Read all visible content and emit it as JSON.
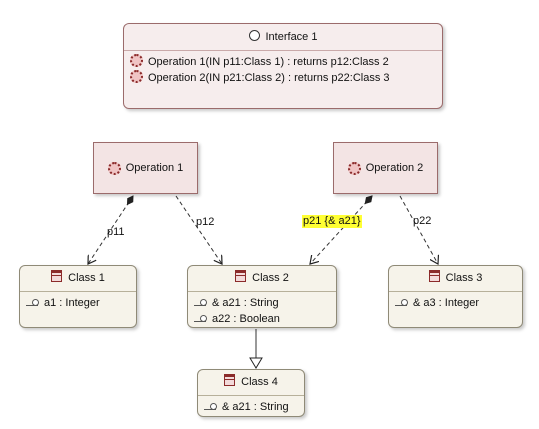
{
  "interface": {
    "icon": "interface-circle-icon",
    "title": "Interface 1",
    "operations": [
      {
        "icon": "operation-gear-icon",
        "text": "Operation 1(IN p11:Class 1) :  returns p12:Class 2"
      },
      {
        "icon": "operation-gear-icon",
        "text": "Operation 2(IN p21:Class 2) :  returns p22:Class 3"
      }
    ]
  },
  "operations": [
    {
      "icon": "operation-gear-icon",
      "label": "Operation 1"
    },
    {
      "icon": "operation-gear-icon",
      "label": "Operation 2"
    }
  ],
  "classes": [
    {
      "icon": "class-icon",
      "name": "Class 1",
      "attributes": [
        {
          "icon": "attribute-icon",
          "text": "a1 : Integer"
        }
      ]
    },
    {
      "icon": "class-icon",
      "name": "Class 2",
      "attributes": [
        {
          "icon": "attribute-icon",
          "text": "& a21 : String"
        },
        {
          "icon": "attribute-icon",
          "text": "a22 : Boolean"
        }
      ]
    },
    {
      "icon": "class-icon",
      "name": "Class 3",
      "attributes": [
        {
          "icon": "attribute-icon",
          "text": "& a3 : Integer"
        }
      ]
    },
    {
      "icon": "class-icon",
      "name": "Class 4",
      "attributes": [
        {
          "icon": "attribute-icon",
          "text": "& a21 : String"
        }
      ]
    }
  ],
  "edges": {
    "p11": "p11",
    "p12": "p12",
    "p21": "p21 {& a21}",
    "p22": "p22"
  },
  "colors": {
    "highlight": "#ffff33",
    "operation_fill": "#f3e4e4",
    "class_fill": "#f6f3ea",
    "interface_fill": "#f6eded"
  }
}
